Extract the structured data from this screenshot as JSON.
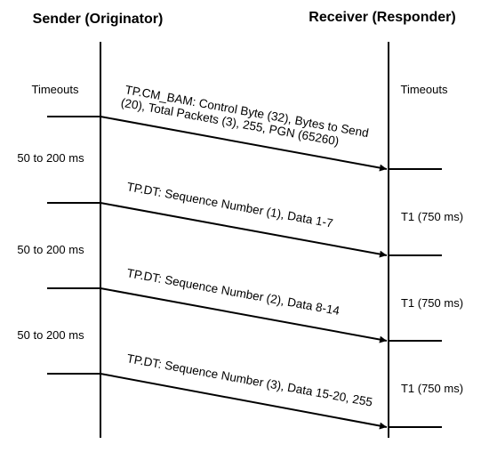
{
  "headers": {
    "sender": "Sender (Originator)",
    "receiver": "Receiver (Responder)"
  },
  "timeouts": {
    "left": "Timeouts",
    "right": "Timeouts"
  },
  "intervals": [
    "50  to 200 ms",
    "50  to 200 ms",
    "50  to 200 ms"
  ],
  "t1_labels": [
    "T1 (750 ms)",
    "T1 (750 ms)",
    "T1 (750 ms)"
  ],
  "messages": [
    {
      "lines": [
        "TP.CM_BAM: Control Byte (32), Bytes to Send",
        "(20), Total Packets (3), 255, PGN (65260)"
      ]
    },
    {
      "lines": [
        "TP.DT:  Sequence Number (1), Data 1-7"
      ]
    },
    {
      "lines": [
        "TP.DT:  Sequence Number (2), Data 8-14"
      ]
    },
    {
      "lines": [
        "TP.DT:  Sequence Number (3), Data 15-20,  255"
      ]
    }
  ],
  "colors": {
    "ink": "#000000",
    "background": "#ffffff"
  }
}
